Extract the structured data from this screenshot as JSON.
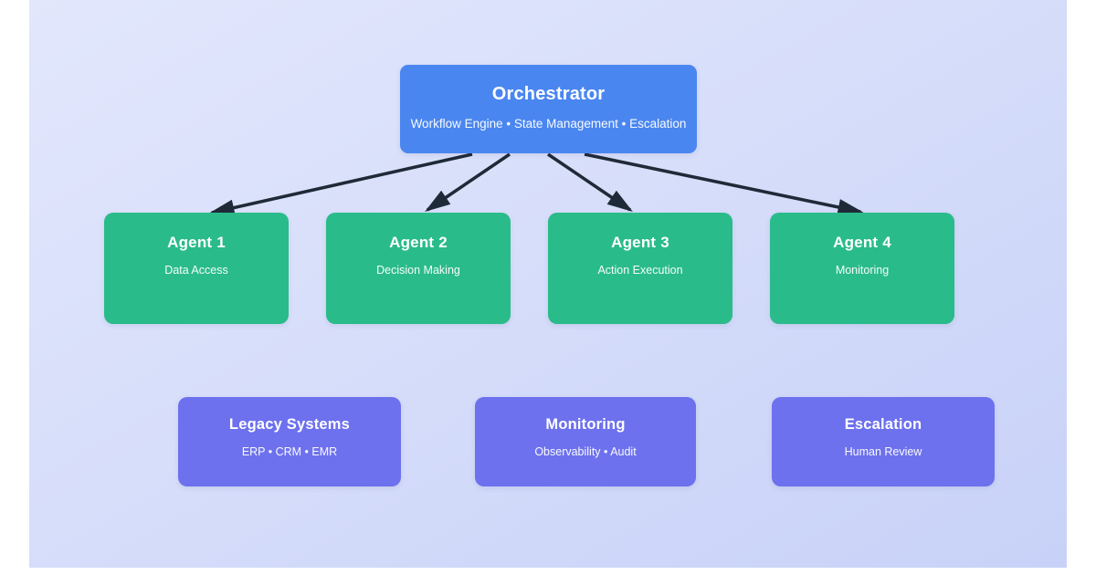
{
  "diagram": {
    "orchestrator": {
      "title": "Orchestrator",
      "subtitle": "Workflow Engine • State Management • Escalation"
    },
    "agents": [
      {
        "title": "Agent 1",
        "subtitle": "Data Access"
      },
      {
        "title": "Agent 2",
        "subtitle": "Decision Making"
      },
      {
        "title": "Agent 3",
        "subtitle": "Action Execution"
      },
      {
        "title": "Agent 4",
        "subtitle": "Monitoring"
      }
    ],
    "systems": [
      {
        "title": "Legacy Systems",
        "subtitle": "ERP • CRM • EMR"
      },
      {
        "title": "Monitoring",
        "subtitle": "Observability • Audit"
      },
      {
        "title": "Escalation",
        "subtitle": "Human Review"
      }
    ],
    "colors": {
      "orchestrator_fill": "#4a86f0",
      "agent_fill": "#2abb8a",
      "system_fill": "#6d71ed",
      "arrow": "#1f2a38",
      "background_gradient_start": "#e2e7fc",
      "background_gradient_end": "#c8d2f8",
      "text": "#ffffff"
    }
  }
}
